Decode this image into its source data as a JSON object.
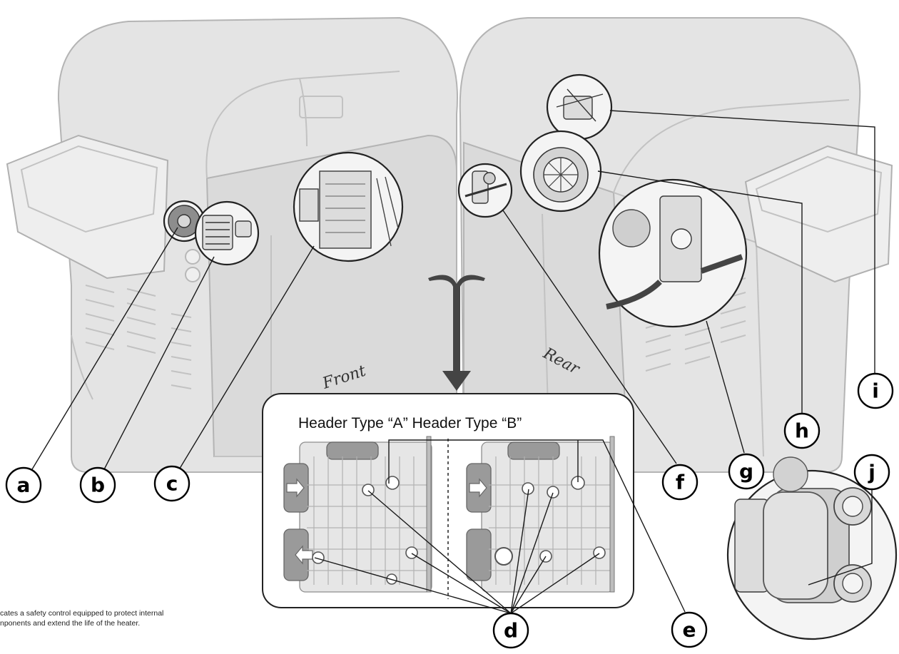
{
  "diagram": {
    "view_labels": {
      "front": "Front",
      "rear": "Rear"
    },
    "header_panel": {
      "title": "Header Type “A” Header Type “B”"
    },
    "note": {
      "line1": "cates a safety control equipped to protect internal",
      "line2": "nponents and extend the life of the heater."
    },
    "callouts": [
      "a",
      "b",
      "c",
      "d",
      "e",
      "f",
      "g",
      "h",
      "i",
      "j"
    ]
  }
}
